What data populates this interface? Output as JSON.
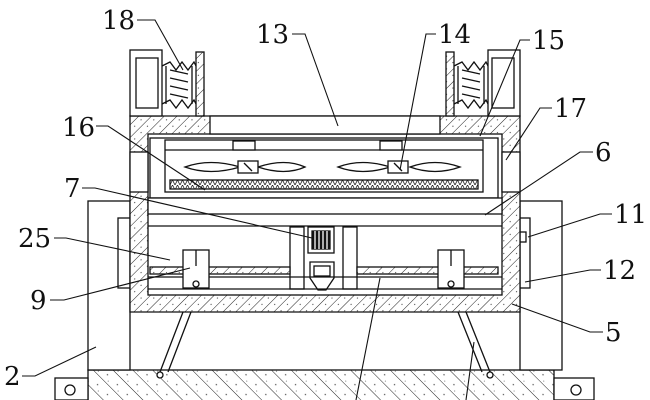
{
  "diagram": {
    "labels": {
      "l18": "18",
      "l13": "13",
      "l14": "14",
      "l15": "15",
      "l16": "16",
      "l17": "17",
      "l6": "6",
      "l7": "7",
      "l11": "11",
      "l25": "25",
      "l12": "12",
      "l9": "9",
      "l5": "5",
      "l2": "2"
    },
    "colors": {
      "line": "#111111",
      "paper": "#ffffff",
      "hatch": "#222222"
    },
    "icons": [
      "fan-icon",
      "spring-icon",
      "motor-icon",
      "slider-block-icon"
    ]
  }
}
